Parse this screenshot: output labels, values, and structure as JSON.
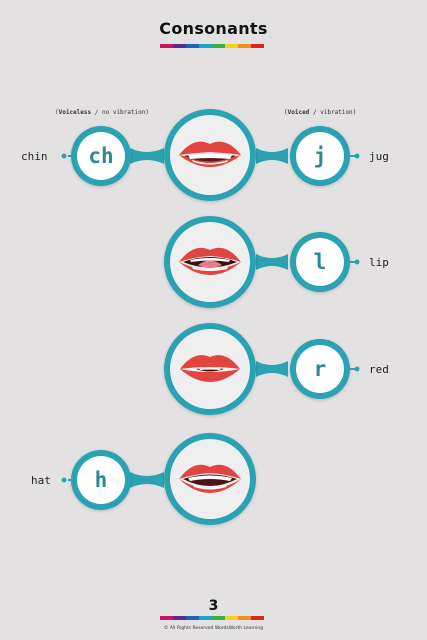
{
  "header": {
    "title": "Consonants",
    "rainbow_colors": [
      "#c8155e",
      "#5b2c8f",
      "#1f64b3",
      "#1aa3c8",
      "#38b04a",
      "#f2d01c",
      "#f28f1c",
      "#e2231a"
    ]
  },
  "hints": {
    "voiceless_label": "Voiceless",
    "voiceless_note": "/ no vibration",
    "voiced_label": "Voiced",
    "voiced_note": "/ vibration"
  },
  "rows": [
    {
      "left_letter": "ch",
      "left_word": "chin",
      "mouth": "teeth-open",
      "right_letter": "j",
      "right_word": "jug"
    },
    {
      "mouth": "tongue",
      "right_letter": "l",
      "right_word": "lip"
    },
    {
      "mouth": "pursed",
      "right_letter": "r",
      "right_word": "red"
    },
    {
      "left_letter": "h",
      "left_word": "hat",
      "mouth": "open-wide"
    }
  ],
  "footer": {
    "page_number": "3",
    "copyright": "© All Rights Reserved WordsWorth Learning"
  },
  "colors": {
    "teal": "#2aa2b1",
    "lip": "#e0463f",
    "lip_dark": "#b22a2a",
    "tongue": "#e77b87"
  }
}
